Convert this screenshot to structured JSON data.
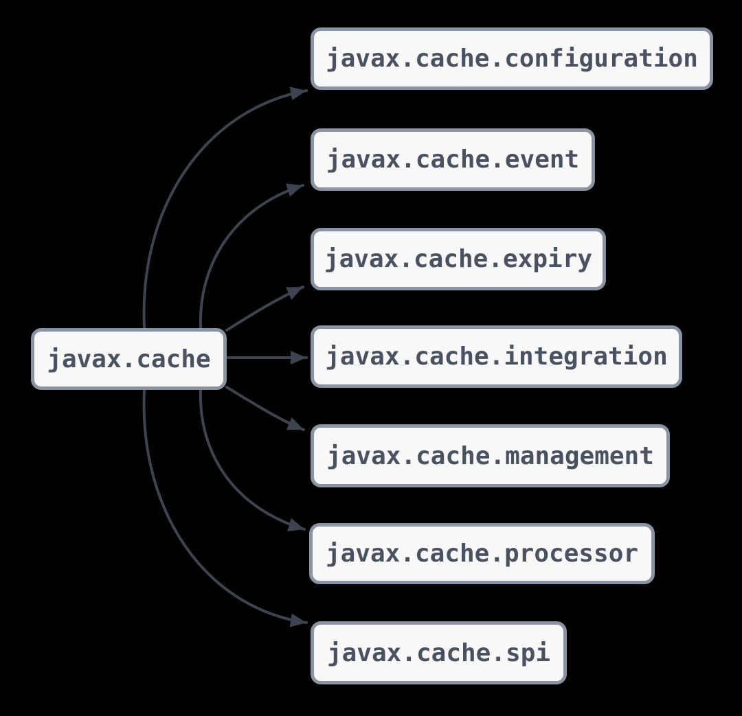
{
  "diagram": {
    "type": "package-dependency-graph",
    "source": {
      "label": "javax.cache"
    },
    "targets": [
      {
        "label": "javax.cache.configuration"
      },
      {
        "label": "javax.cache.event"
      },
      {
        "label": "javax.cache.expiry"
      },
      {
        "label": "javax.cache.integration"
      },
      {
        "label": "javax.cache.management"
      },
      {
        "label": "javax.cache.processor"
      },
      {
        "label": "javax.cache.spi"
      }
    ],
    "edges": [
      {
        "from": "javax.cache",
        "to": "javax.cache.configuration"
      },
      {
        "from": "javax.cache",
        "to": "javax.cache.event"
      },
      {
        "from": "javax.cache",
        "to": "javax.cache.expiry"
      },
      {
        "from": "javax.cache",
        "to": "javax.cache.integration"
      },
      {
        "from": "javax.cache",
        "to": "javax.cache.management"
      },
      {
        "from": "javax.cache",
        "to": "javax.cache.processor"
      },
      {
        "from": "javax.cache",
        "to": "javax.cache.spi"
      }
    ]
  },
  "colors": {
    "background": "#000000",
    "node_fill": "#f8f8f8",
    "node_border": "#8a93a2",
    "node_text": "#4a5160",
    "arrow": "#3d4450"
  }
}
